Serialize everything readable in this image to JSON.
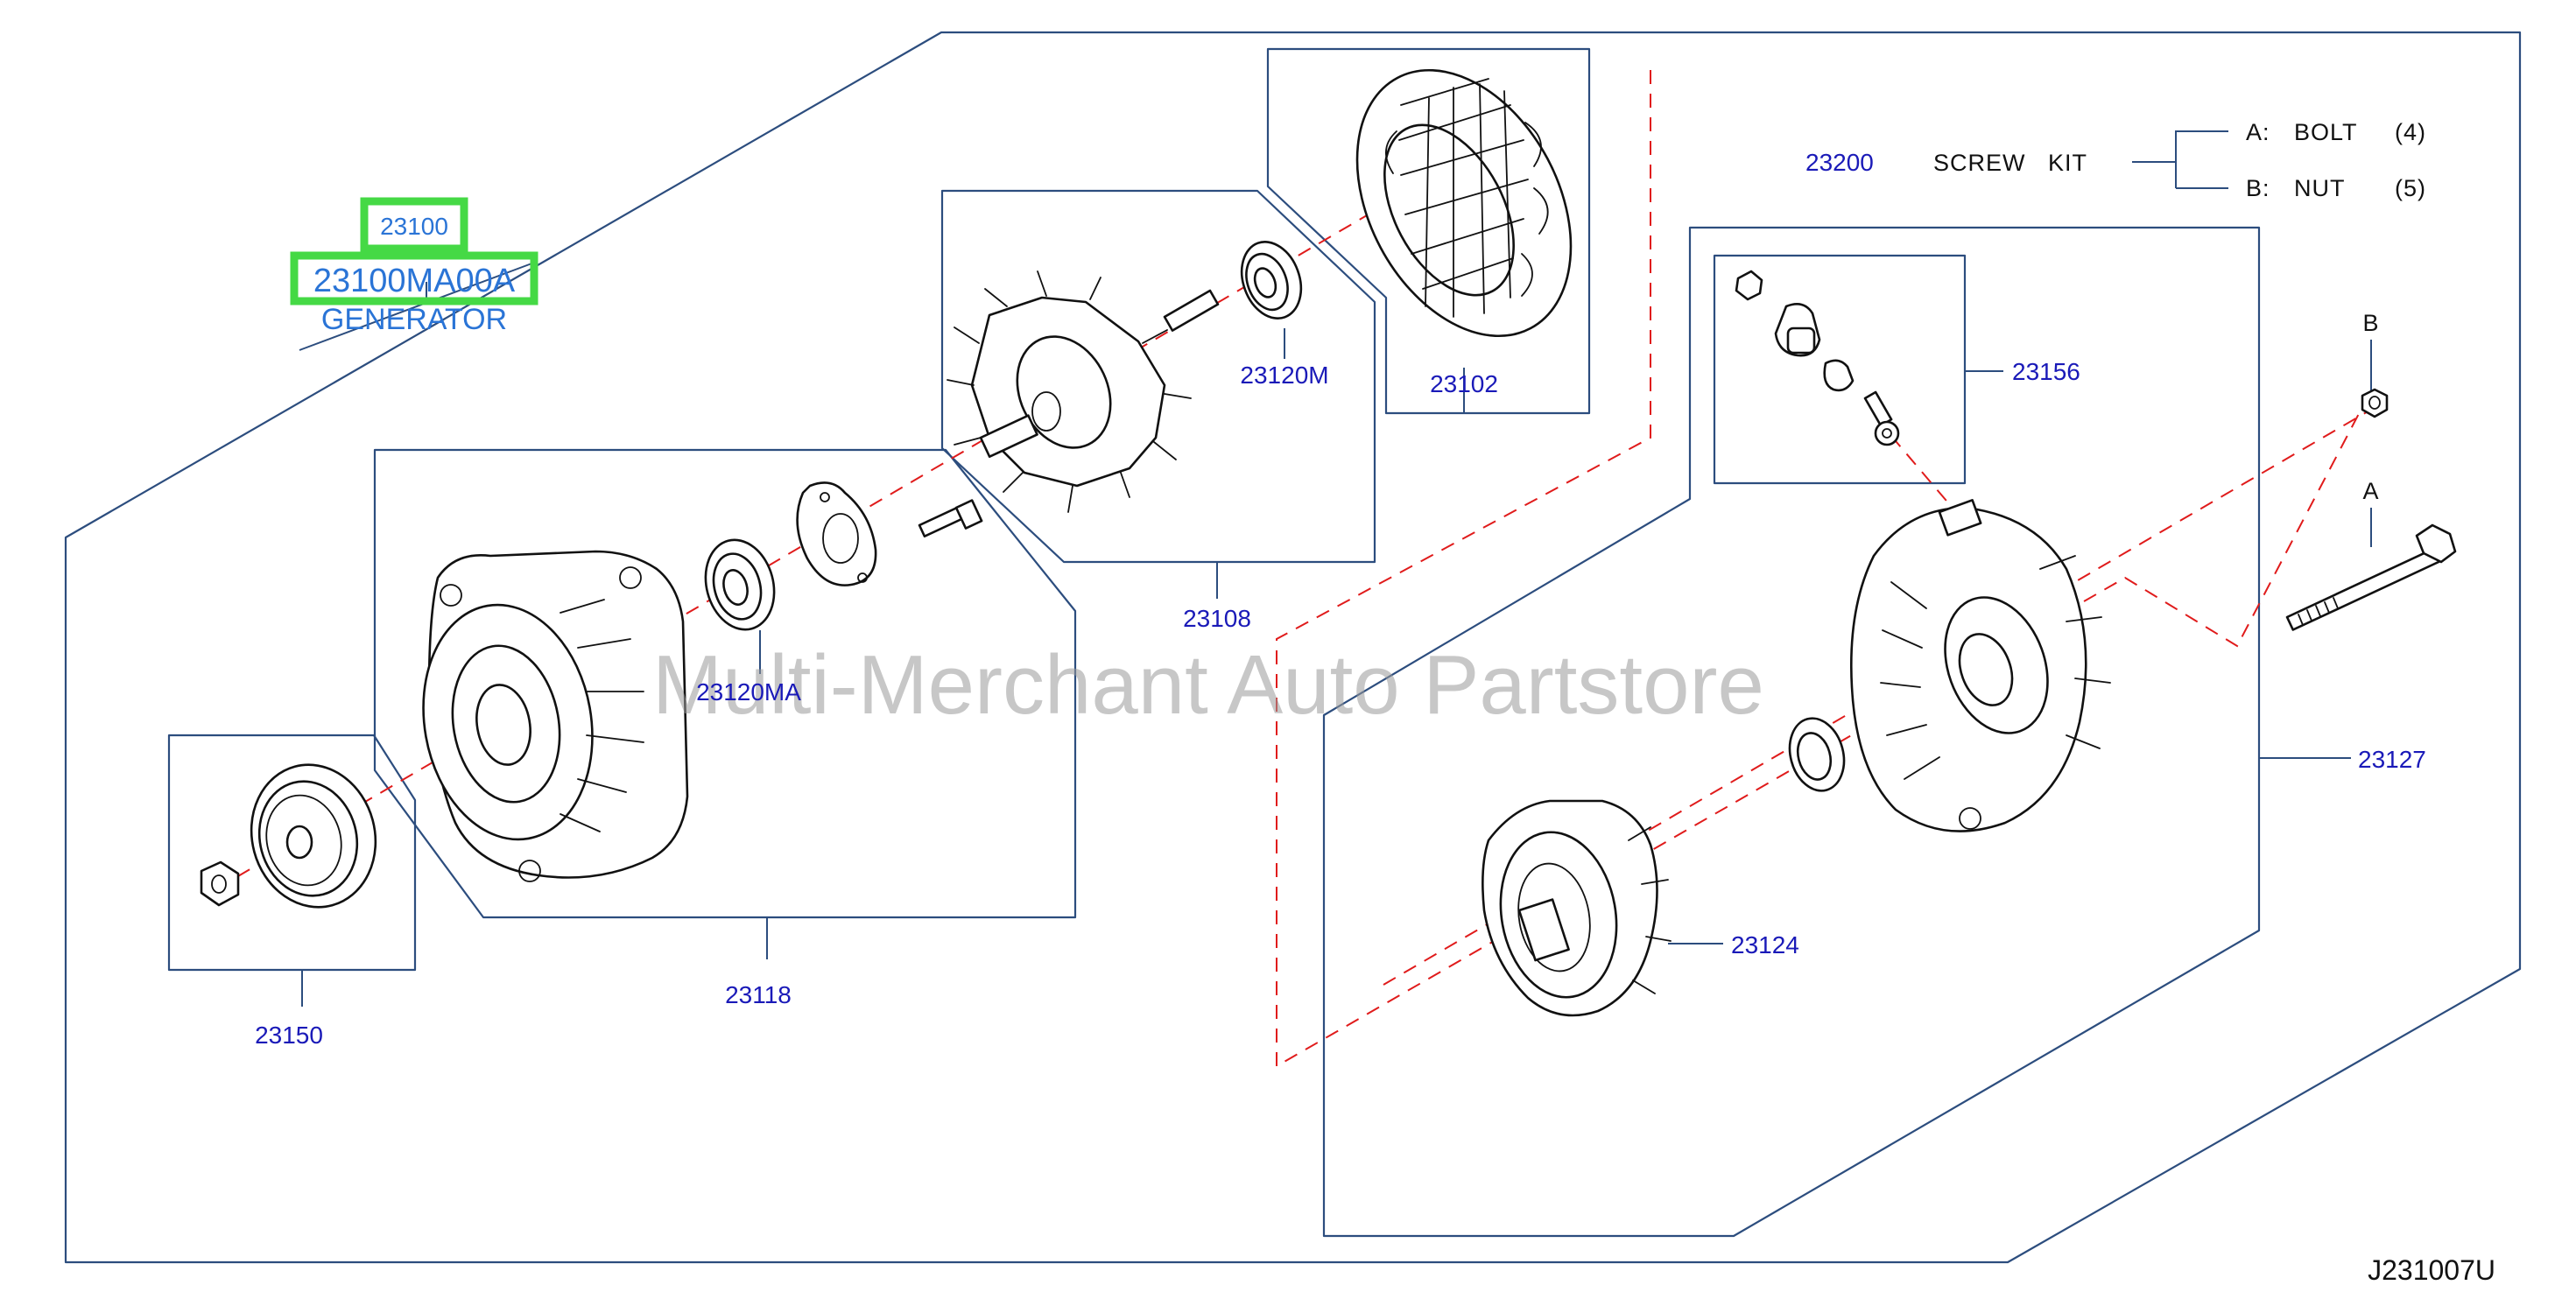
{
  "diagram": {
    "part_group": "23100",
    "part_number": "23100MA00A",
    "part_name": "GENERATOR",
    "watermark": "Multi-Merchant Auto Partstore",
    "drawing_code": "J231007U",
    "screw_kit": {
      "number": "23200",
      "label": "SCREW   KIT",
      "bolt_key": "A:",
      "bolt_label": "BOLT",
      "bolt_qty": "(4)",
      "nut_key": "B:",
      "nut_label": "NUT",
      "nut_qty": "(5)"
    },
    "callouts": {
      "p23102": "23102",
      "p23120m": "23120M",
      "p23108": "23108",
      "p23120ma": "23120MA",
      "p23118": "23118",
      "p23150": "23150",
      "p23156": "23156",
      "p23127": "23127",
      "p23124": "23124",
      "marker_a": "A",
      "marker_b": "B"
    },
    "colors": {
      "callout_text": "#1a1ab8",
      "main_part_text": "#2a74d6",
      "frame_lines": "#2c4d7e",
      "axis_lines": "#e01b1b",
      "highlight": "#45d945"
    }
  }
}
